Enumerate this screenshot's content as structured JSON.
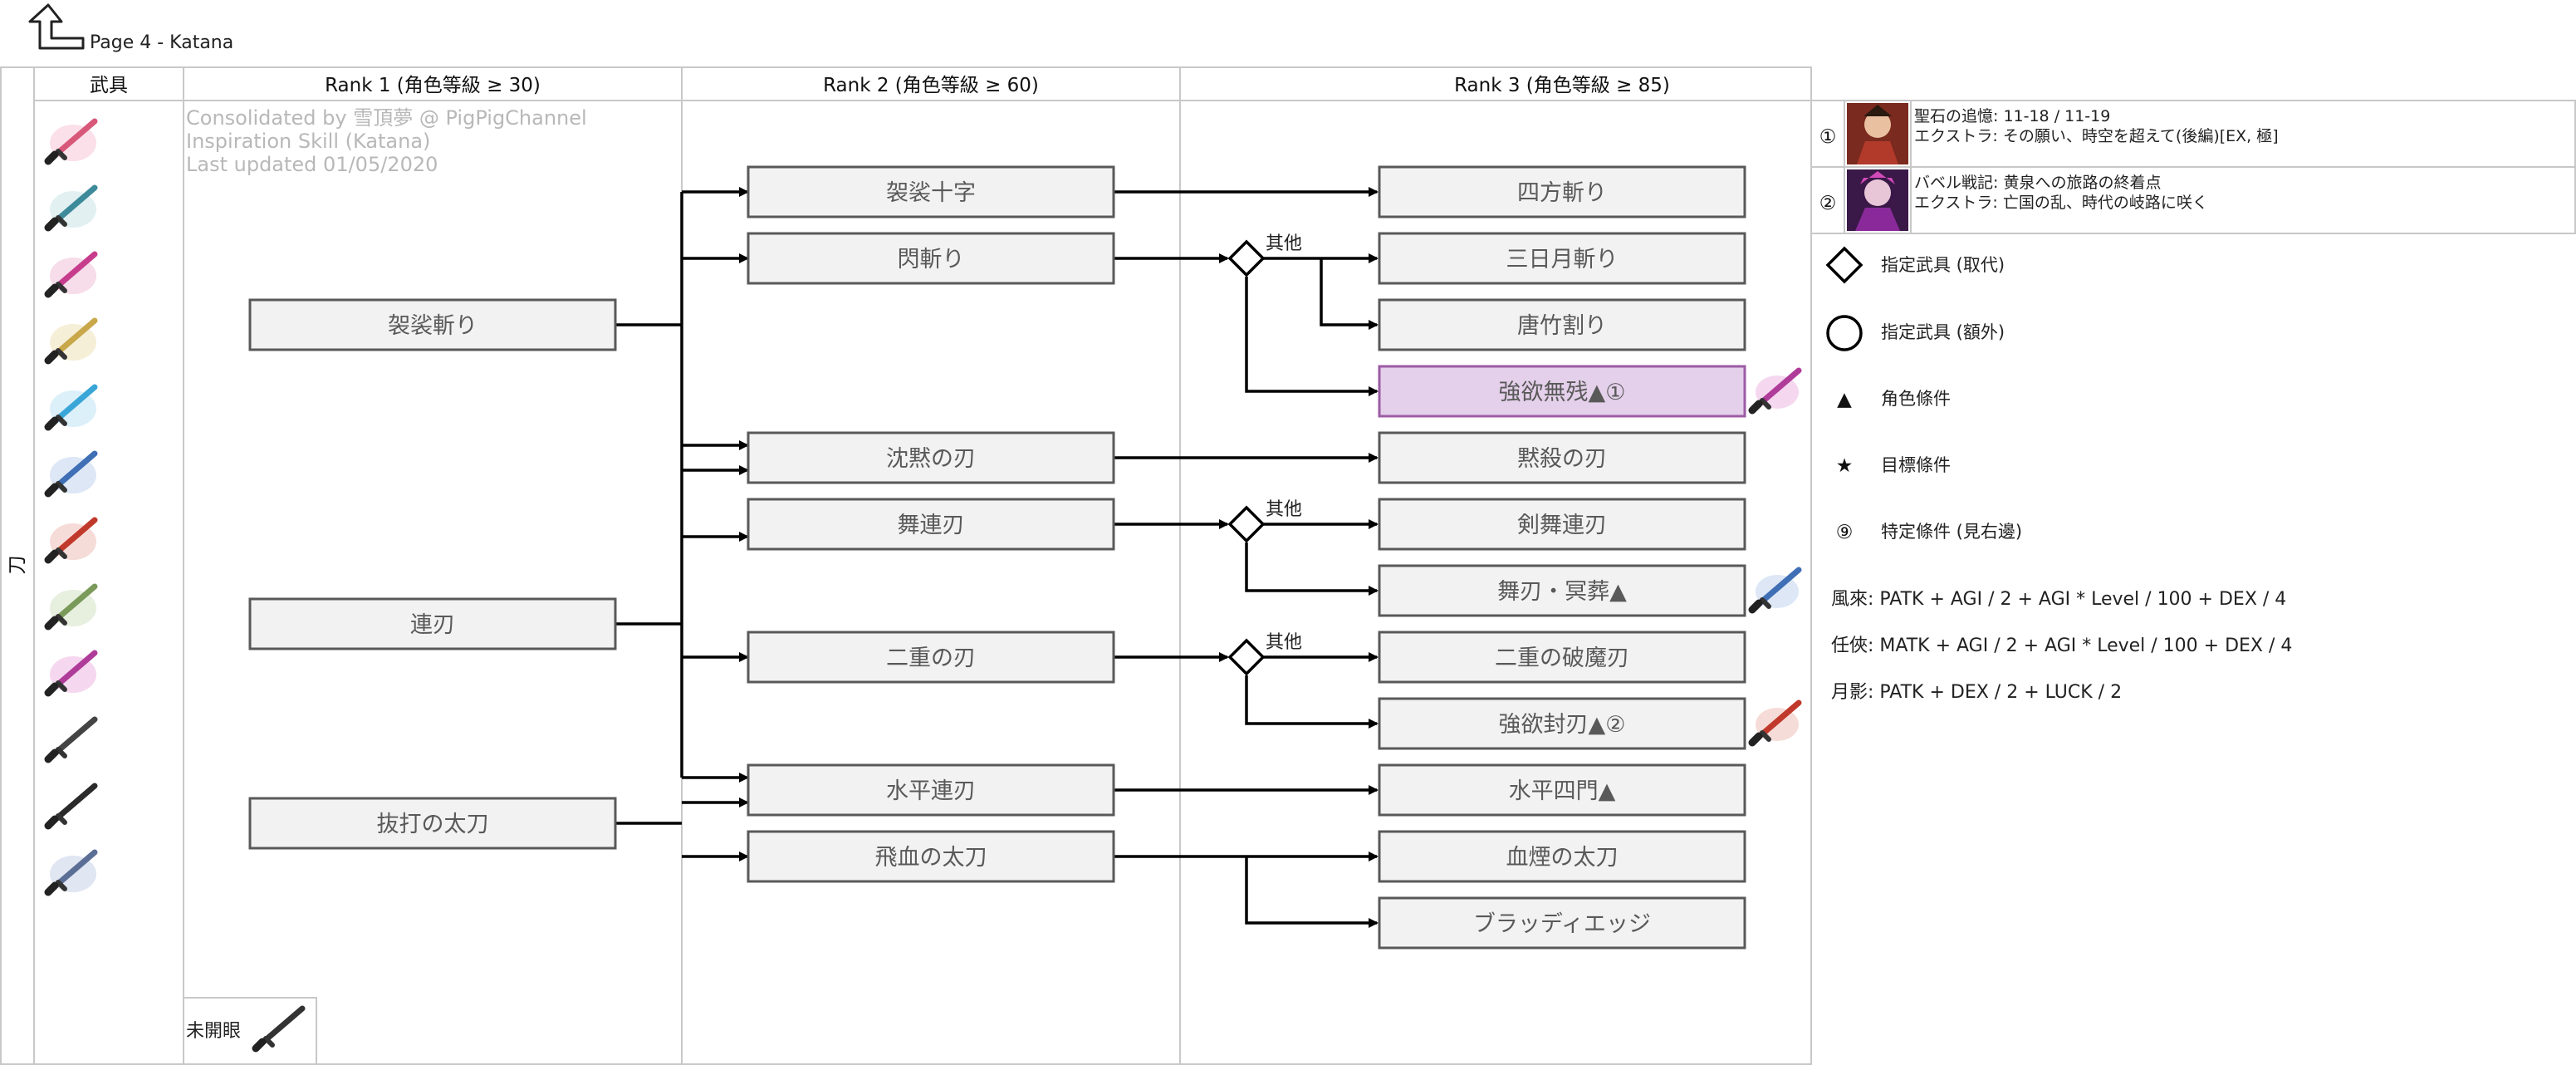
{
  "page_title": "Page 4 - Katana",
  "sidebar_label": "刀",
  "headers": {
    "weapons": "武具",
    "rank1": "Rank 1 (角色等級 ≥ 30)",
    "rank2": "Rank 2 (角色等級 ≥ 60)",
    "rank3": "Rank 3 (角色等級 ≥ 85)"
  },
  "credits": [
    "Consolidated by 雪頂夢 @ PigPigChannel",
    "Inspiration Skill (Katana)",
    "Last updated 01/05/2020"
  ],
  "unopened_label": "未開眼",
  "branch_other": "其他",
  "weapons": [
    {
      "icon": "katana-pink-icon",
      "color": "#d8587a"
    },
    {
      "icon": "katana-teal-icon",
      "color": "#3d8a9a"
    },
    {
      "icon": "katana-magenta-icon",
      "color": "#c73c8c"
    },
    {
      "icon": "katana-gold-icon",
      "color": "#c9a84a"
    },
    {
      "icon": "katana-cyan-icon",
      "color": "#3aa6d8"
    },
    {
      "icon": "katana-blue-icon",
      "color": "#3f6fb5"
    },
    {
      "icon": "katana-red-icon",
      "color": "#c0392b"
    },
    {
      "icon": "katana-green-icon",
      "color": "#7a9a5a"
    },
    {
      "icon": "katana-purple-icon",
      "color": "#b03c9a"
    },
    {
      "icon": "katana-dark-icon",
      "color": "#444444"
    },
    {
      "icon": "katana-black-icon",
      "color": "#2a2a2a"
    },
    {
      "icon": "katana-steel-icon",
      "color": "#5b6e95"
    }
  ],
  "nodes": {
    "r1": [
      "袈裟斬り",
      "連刃",
      "抜打の太刀"
    ],
    "r2": [
      "袈裟十字",
      "閃斬り",
      "沈黙の刃",
      "舞連刃",
      "二重の刃",
      "水平連刃",
      "飛血の太刀"
    ],
    "r3": [
      "四方斬り",
      "三日月斬り",
      "唐竹割り",
      "強欲無残▲①",
      "黙殺の刃",
      "剣舞連刃",
      "舞刃・冥葬▲",
      "二重の破魔刃",
      "強欲封刃▲②",
      "水平四門▲",
      "血煙の太刀",
      "ブラッディエッジ"
    ]
  },
  "references": [
    {
      "num": "①",
      "line1": "聖石の追憶: 11-18 / 11-19",
      "line2": "エクストラ: その願い、時空を超えて(後編)[EX, 極]"
    },
    {
      "num": "②",
      "line1": "バベル戦記: 黄泉への旅路の終着点",
      "line2": "エクストラ: 亡国の乱、時代の岐路に咲く"
    }
  ],
  "legend": [
    {
      "symbol": "diamond",
      "label": "指定武具 (取代)"
    },
    {
      "symbol": "circle",
      "label": "指定武具 (額外)"
    },
    {
      "symbol": "▲",
      "label": "角色條件"
    },
    {
      "symbol": "★",
      "label": "目標條件"
    },
    {
      "symbol": "⑨",
      "label": "特定條件 (見右邊)"
    }
  ],
  "formulas": [
    "風來: PATK + AGI / 2 + AGI * Level / 100 + DEX / 4",
    "任俠: MATK + AGI / 2 + AGI * Level / 100 + DEX / 4",
    "月影: PATK + DEX / 2 + LUCK / 2"
  ],
  "colors": {
    "highlight_fill": "#e4d0ea",
    "highlight_stroke": "#9c5ba4",
    "node_fill": "#f2f2f2",
    "node_stroke": "#595959"
  }
}
